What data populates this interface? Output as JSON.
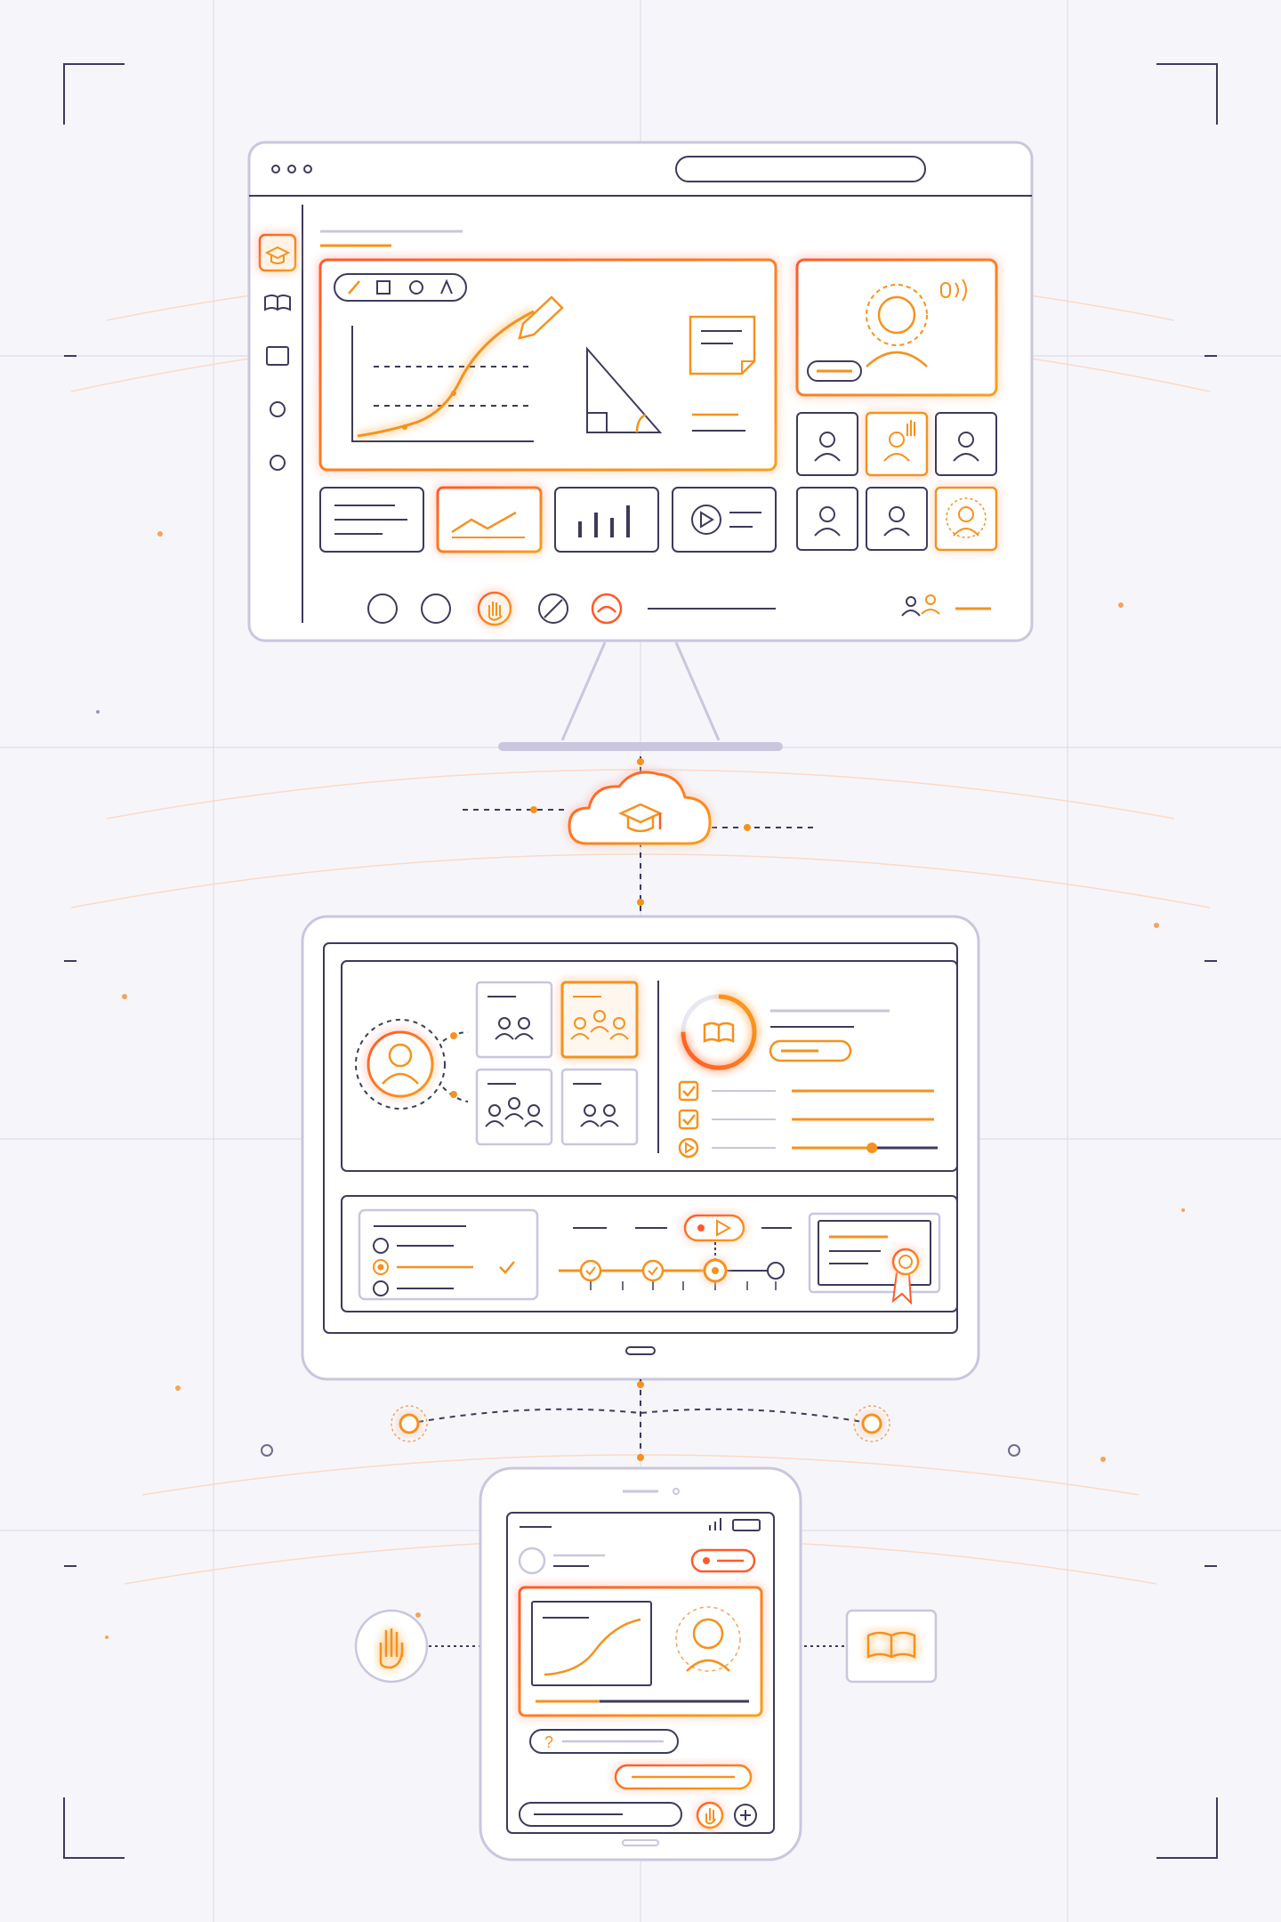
{
  "colors": {
    "background": "#f6f6fa",
    "outline": "#c9c6de",
    "ink": "#3d3a5c",
    "accent": "#f5921e",
    "accent_hot": "#ff6a2a",
    "glow": "#ffb070"
  },
  "desktop": {
    "sidebar_icons": [
      "graduation-cap-icon",
      "book-icon",
      "screen-icon",
      "circle-icon",
      "circle-icon"
    ],
    "whiteboard_tools": [
      "pen-icon",
      "square-icon",
      "circle-icon",
      "triangle-icon"
    ],
    "thumbnails": [
      "text-doc-icon",
      "line-chart-icon",
      "bar-chart-icon",
      "video-icon"
    ],
    "participants": [
      "person-icon",
      "raised-hand-person-icon",
      "person-icon",
      "person-icon",
      "person-icon",
      "speaking-person-icon"
    ],
    "controls": [
      "mic-button",
      "camera-button",
      "raise-hand-button",
      "disable-button",
      "leave-button"
    ],
    "speaker_icon": "sound-wave-icon"
  },
  "cloud": {
    "icon": "graduation-cap-icon"
  },
  "tablet": {
    "groups": [
      "pair-group",
      "class-group",
      "triad-group",
      "pair-group"
    ],
    "course_progress": 0.75,
    "checklist": [
      "done",
      "done",
      "playing"
    ],
    "lesson_progress": 0.55,
    "quiz_options": [
      "unselected",
      "selected",
      "unselected"
    ],
    "timeline_steps": [
      "done",
      "done",
      "current",
      "todo"
    ],
    "certificate_icon": "award-ribbon-icon"
  },
  "phone": {
    "chat": [
      "question-bubble",
      "reply-bubble"
    ],
    "side_icons": [
      "raise-hand-icon",
      "book-icon"
    ],
    "video_progress": 0.3
  }
}
